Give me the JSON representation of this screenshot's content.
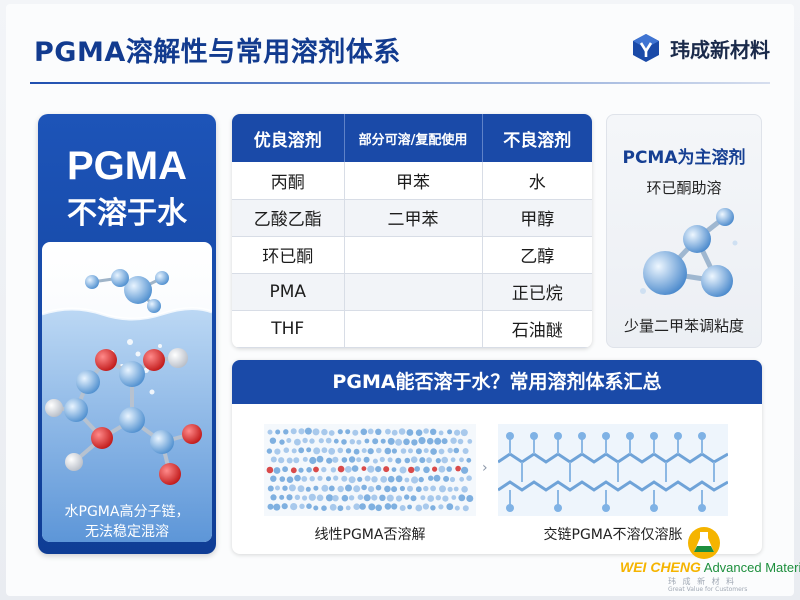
{
  "header": {
    "title": "PGMA溶解性与常用溶剂体系",
    "brand": "玮成新材料"
  },
  "left_panel": {
    "title_line1": "PGMA",
    "title_line2": "不溶于水",
    "caption_line1": "水PGMA高分子链，",
    "caption_line2": "无法稳定混溶"
  },
  "solvent_table": {
    "headers": [
      "优良溶剂",
      "部分可溶/复配使用",
      "不良溶剂"
    ],
    "rows": [
      [
        "丙酮",
        "甲苯",
        "水"
      ],
      [
        "乙酸乙酯",
        "二甲苯",
        "甲醇"
      ],
      [
        "环已酮",
        "",
        "乙醇"
      ],
      [
        "PMA",
        "",
        "正已烷"
      ],
      [
        "THF",
        "",
        "石油醚"
      ]
    ]
  },
  "right_panel": {
    "title": "PCMA为主溶剂",
    "subtitle": "环已酮助溶",
    "bottom": "少量二甲苯调粘度"
  },
  "summary": {
    "header": "PGMA能否溶于水？常用溶剂体系汇总",
    "caption_left": "线性PGMA否溶解",
    "caption_right": "交链PGMA不溶仅溶胀"
  },
  "watermark": {
    "wei": "WEI CHENG",
    "advanced": " Advanced Material",
    "sub_cn": "玮 成 新 材 料",
    "sub_en": "Great Value for Customers"
  },
  "colors": {
    "primary": "#1a4aa8",
    "title": "#123b8f",
    "accent_yellow": "#f5b400",
    "accent_green": "#1d8f3d"
  }
}
